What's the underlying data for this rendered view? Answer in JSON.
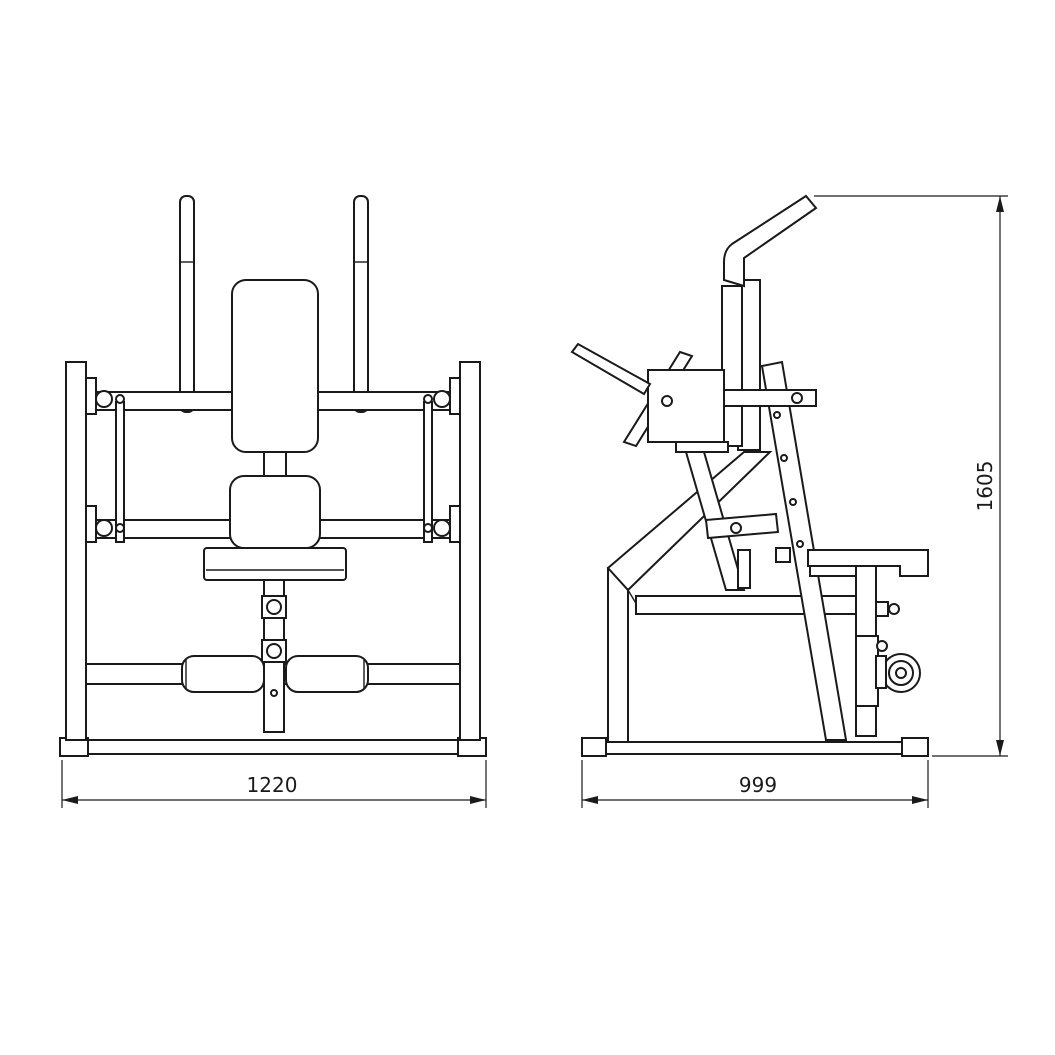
{
  "dimensions": {
    "front_width": "1220",
    "side_depth": "999",
    "height": "1605"
  },
  "views": [
    "front-view",
    "side-view"
  ],
  "colors": {
    "line": "#1a1a1a",
    "background": "#ffffff"
  }
}
